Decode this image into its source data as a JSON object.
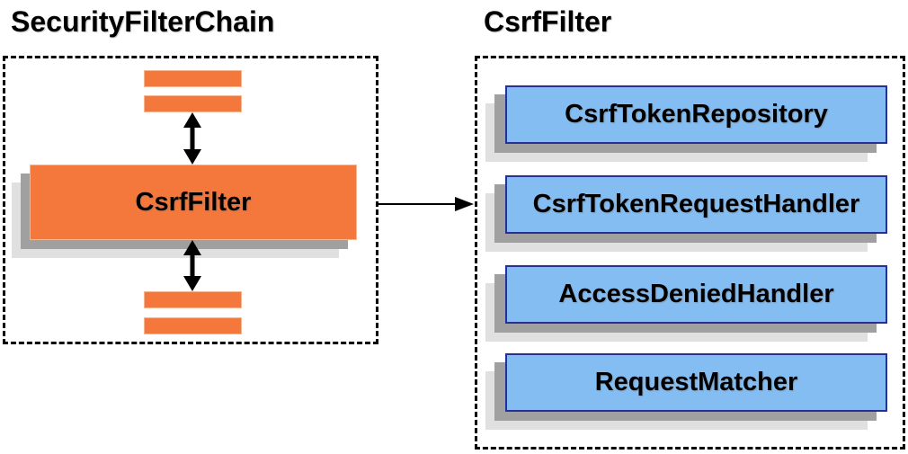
{
  "left_panel": {
    "title": "SecurityFilterChain",
    "filter_label": "CsrfFilter"
  },
  "right_panel": {
    "title": "CsrfFilter",
    "components": [
      "CsrfTokenRepository",
      "CsrfTokenRequestHandler",
      "AccessDeniedHandler",
      "RequestMatcher"
    ]
  },
  "colors": {
    "orange-fill": "#f4773c",
    "orange-border": "#f8b48e",
    "blue-fill": "#84bdf2",
    "blue-border": "#25309b",
    "shadow-dark": "#a0a0a0",
    "shadow-light": "#e0e0e0",
    "arrow": "#000000",
    "text": "#000000"
  }
}
